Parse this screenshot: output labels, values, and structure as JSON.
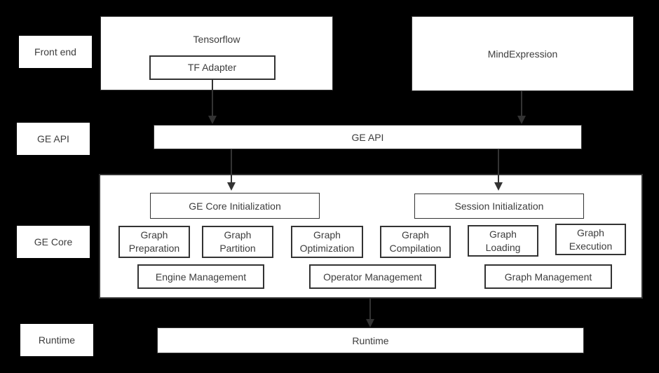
{
  "layers": [
    {
      "label": "Front end"
    },
    {
      "label": "GE API"
    },
    {
      "label": "GE Core"
    },
    {
      "label": "Runtime"
    }
  ],
  "frontend": {
    "tensorflow_label": "Tensorflow",
    "tf_adapter_label": "TF Adapter",
    "mindexpression_label": "MindExpression"
  },
  "api": {
    "bar_label": "GE API"
  },
  "core": {
    "init_label": "GE Core Initialization",
    "session_init_label": "Session Initialization",
    "pipeline": [
      {
        "lines": [
          "Graph",
          "Preparation"
        ]
      },
      {
        "lines": [
          "Graph",
          "Partition"
        ]
      },
      {
        "lines": [
          "Graph",
          "Optimization"
        ]
      },
      {
        "lines": [
          "Graph",
          "Compilation"
        ]
      },
      {
        "lines": [
          "Graph",
          "Loading"
        ]
      },
      {
        "lines": [
          "Graph",
          "Execution"
        ]
      }
    ],
    "management": [
      {
        "label": "Engine Management"
      },
      {
        "label": "Operator Management"
      },
      {
        "label": "Graph Management"
      }
    ]
  },
  "runtime": {
    "bar_label": "Runtime"
  },
  "colors": {
    "background": "#000000",
    "box_fill": "#ffffff",
    "border": "#333333",
    "text": "#3d3d3d",
    "arrow": "#333333"
  }
}
